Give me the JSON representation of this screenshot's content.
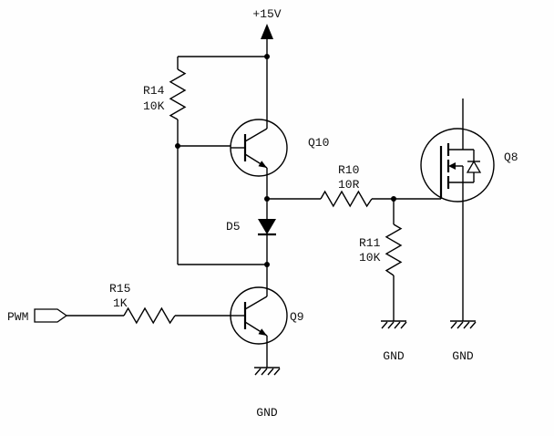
{
  "canvas": {
    "background": "#fefefe",
    "line_color": "#000000"
  },
  "schematic": {
    "power_rail": {
      "label": "+15V"
    },
    "input_port": {
      "label": "PWM"
    },
    "components": {
      "r14": {
        "ref": "R14",
        "value": "10K"
      },
      "r15": {
        "ref": "R15",
        "value": "1K"
      },
      "r10": {
        "ref": "R10",
        "value": "10R"
      },
      "r11": {
        "ref": "R11",
        "value": "10K"
      },
      "d5": {
        "ref": "D5"
      },
      "q10": {
        "ref": "Q10"
      },
      "q9": {
        "ref": "Q9"
      },
      "q8": {
        "ref": "Q8"
      }
    },
    "grounds": {
      "under_q9": "GND",
      "under_r11": "GND",
      "under_q8": "GND"
    }
  }
}
